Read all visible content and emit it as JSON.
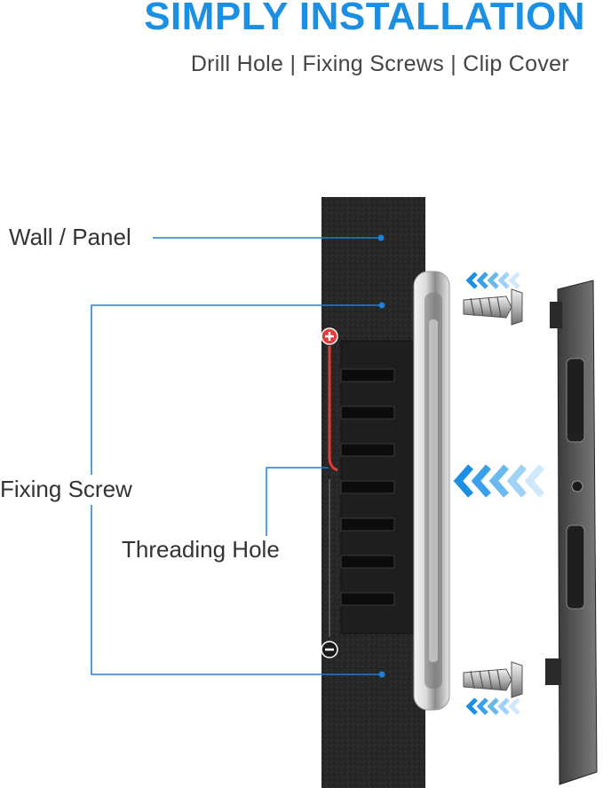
{
  "header": {
    "title": "SIMPLY INSTALLATION",
    "subtitle": "Drill Hole | Fixing Screws | Clip Cover"
  },
  "labels": {
    "wall": "Wall / Panel",
    "fixing_screw": "Fixing Screw",
    "threading_hole": "Threading Hole"
  },
  "colors": {
    "accent": "#1a8fe3",
    "callout_line": "#1c7fd9",
    "wall": "#2a2a2a",
    "wire_positive": "#e63b3b"
  },
  "icons": [
    "plus-icon",
    "minus-icon",
    "chevron-arrows-icon",
    "screw-icon"
  ]
}
